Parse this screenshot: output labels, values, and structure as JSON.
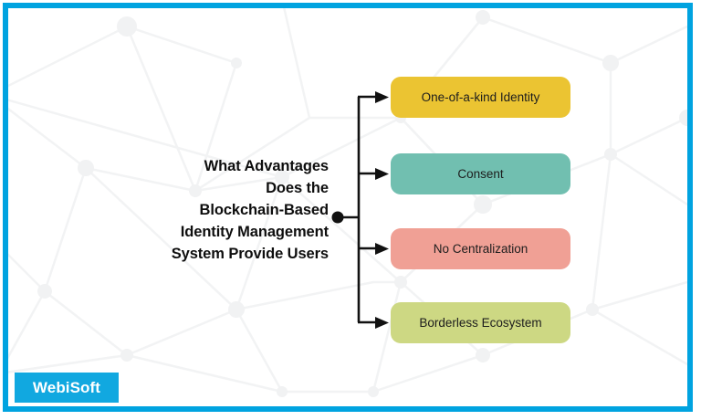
{
  "frame": {
    "border_color": "#00a3e0",
    "background_color": "#ffffff"
  },
  "diagram": {
    "type": "mind-map",
    "root": {
      "label": "What Advantages\nDoes the\nBlockchain-Based\nIdentity Management\nSystem Provide Users",
      "text_color": "#0e0e0e"
    },
    "connector_color": "#111111",
    "branches": [
      {
        "label": "One-of-a-kind Identity",
        "color": "#ebc432",
        "text_color": "#1d1d1d"
      },
      {
        "label": "Consent",
        "color": "#71bfb0",
        "text_color": "#1d1d1d"
      },
      {
        "label": "No Centralization",
        "color": "#f0a095",
        "text_color": "#1d1d1d"
      },
      {
        "label": "Borderless Ecosystem",
        "color": "#cdd883",
        "text_color": "#1d1d1d"
      }
    ]
  },
  "logo": {
    "text": "WebiSoft",
    "background_color": "#11a8e0",
    "text_color": "#ffffff"
  }
}
